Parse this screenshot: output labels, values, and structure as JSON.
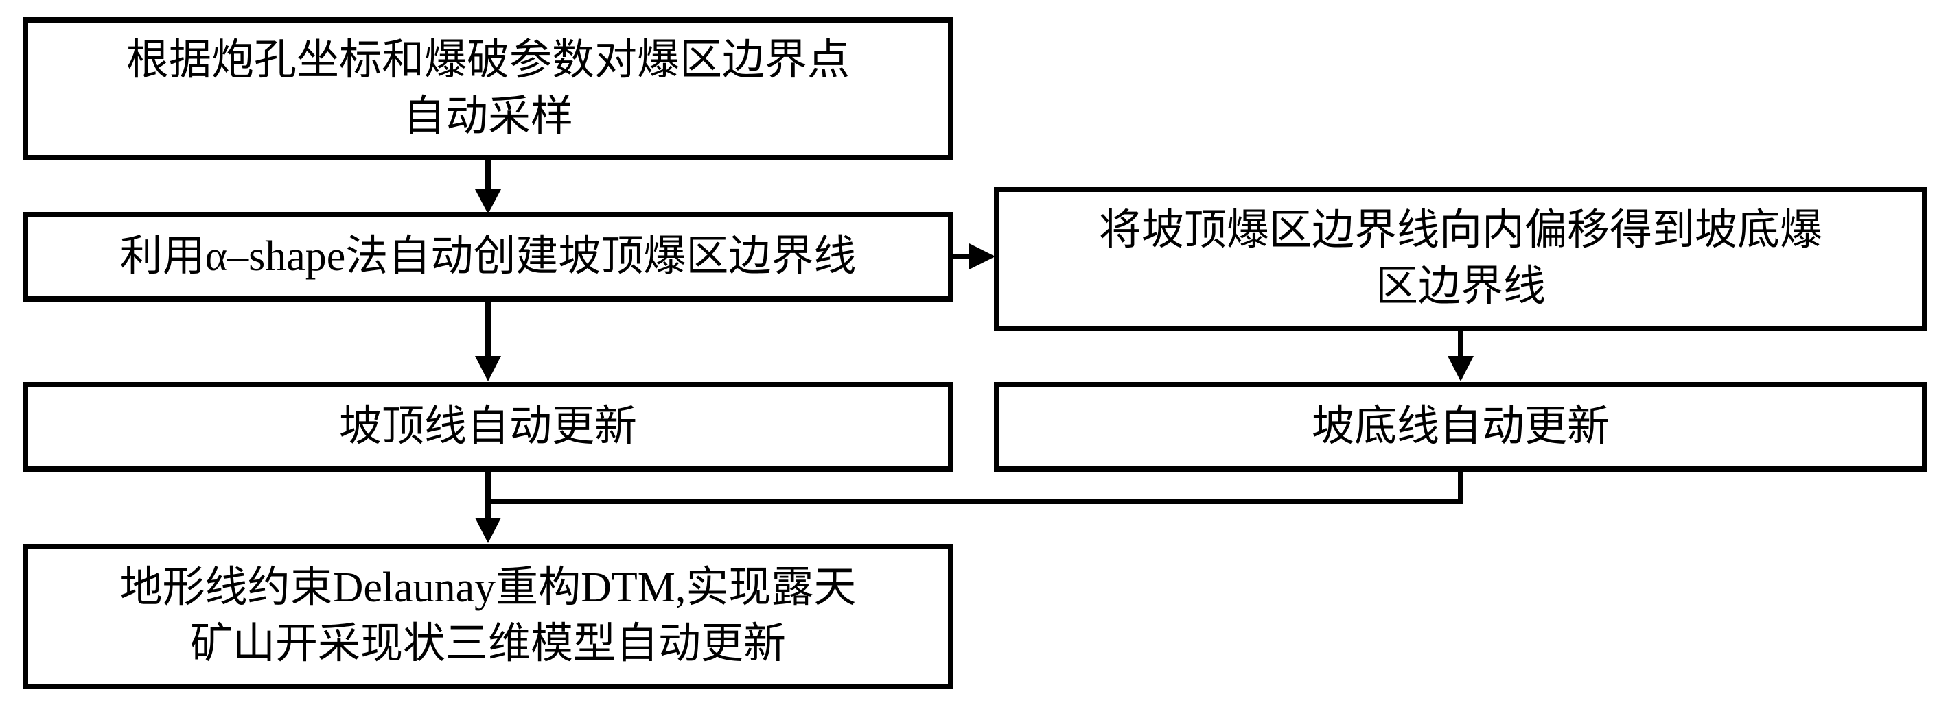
{
  "diagram": {
    "type": "flowchart",
    "background_color": "#ffffff",
    "line_color": "#000000",
    "text_color": "#000000",
    "nodes": [
      {
        "id": "sample",
        "text": "根据炮孔坐标和爆破参数对爆区边界点\n自动采样"
      },
      {
        "id": "alphaShape",
        "text": "利用α–shape法自动创建坡顶爆区边界线"
      },
      {
        "id": "offsetToe",
        "text": "将坡顶爆区边界线向内偏移得到坡底爆\n区边界线"
      },
      {
        "id": "crestUpdate",
        "text": "坡顶线自动更新"
      },
      {
        "id": "toeUpdate",
        "text": "坡底线自动更新"
      },
      {
        "id": "dtmRebuild",
        "text": "地形线约束Delaunay重构DTM,实现露天\n矿山开采现状三维模型自动更新"
      }
    ],
    "edges": [
      {
        "from": "sample",
        "to": "alphaShape",
        "style": "arrow-down"
      },
      {
        "from": "alphaShape",
        "to": "offsetToe",
        "style": "arrow-right"
      },
      {
        "from": "alphaShape",
        "to": "crestUpdate",
        "style": "arrow-down"
      },
      {
        "from": "offsetToe",
        "to": "toeUpdate",
        "style": "arrow-down"
      },
      {
        "from": "crestUpdate",
        "to": "dtmRebuild",
        "style": "arrow-down"
      },
      {
        "from": "toeUpdate",
        "to": "dtmRebuild",
        "style": "elbow-merge-left"
      }
    ]
  }
}
